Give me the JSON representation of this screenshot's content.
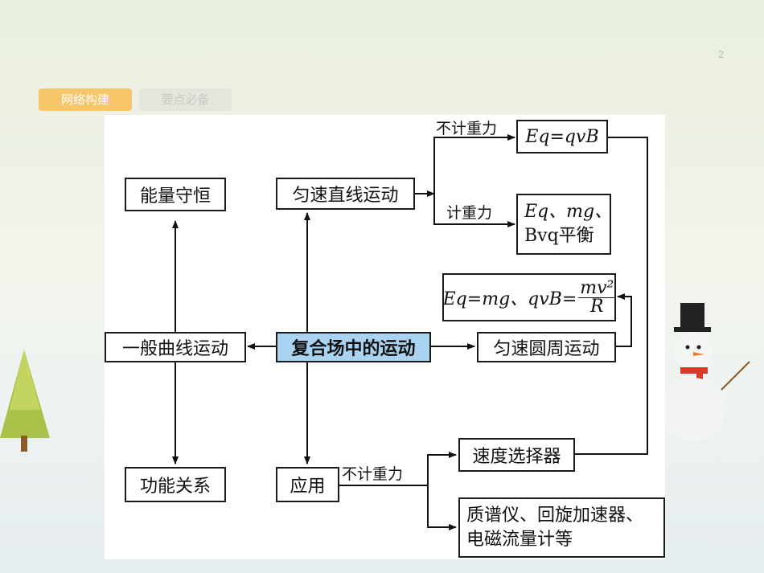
{
  "page": {
    "number": "2"
  },
  "tabs": [
    {
      "label": "网络构建",
      "active": true
    },
    {
      "label": "要点必备",
      "active": false
    }
  ],
  "diagram": {
    "center": "复合场中的运动",
    "energy_conservation": "能量守恒",
    "general_curve_motion": "一般曲线运动",
    "work_energy_relation": "功能关系",
    "uniform_linear_motion": "匀速直线运动",
    "uniform_circular_motion": "匀速圆周运动",
    "application": "应用",
    "eq_qvb": "Eq=qvB",
    "balance_line1": "Eq、mg、",
    "balance_line2": "Bvq平衡",
    "circle_formula_left": "Eq=mg、qvB=",
    "circle_formula_num": "mv²",
    "circle_formula_den": "R",
    "velocity_selector": "速度选择器",
    "instruments_line1": "质谱仪、回旋加速器、",
    "instruments_line2": "电磁流量计等",
    "label_no_gravity_top": "不计重力",
    "label_gravity": "计重力",
    "label_no_gravity_bottom": "不计重力"
  },
  "colors": {
    "tab_active": "#f7c56a",
    "tab_inactive": "#e4e6de",
    "center_fill": "#a9d3f0"
  }
}
